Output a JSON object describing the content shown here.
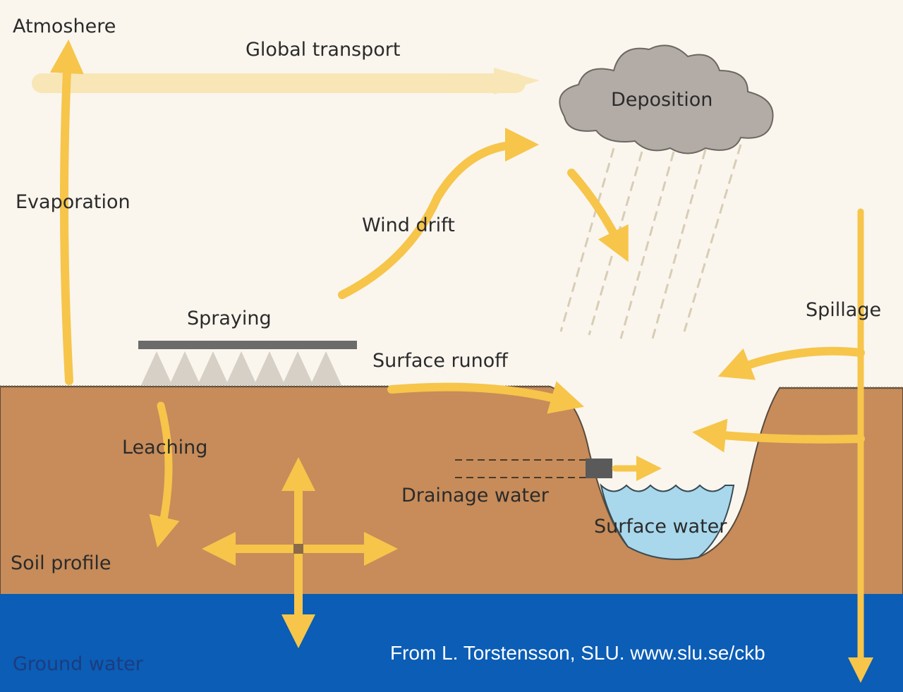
{
  "labels": {
    "atmosphere": "Atmoshere",
    "global_transport": "Global transport",
    "deposition": "Deposition",
    "evaporation": "Evaporation",
    "wind_drift": "Wind drift",
    "spraying": "Spraying",
    "spillage": "Spillage",
    "surface_runoff": "Surface runoff",
    "leaching": "Leaching",
    "drainage_water": "Drainage water",
    "surface_water": "Surface water",
    "soil_profile": "Soil profile",
    "ground_water": "Ground water"
  },
  "credit": "From L. Torstensson, SLU. www.slu.se/ckb",
  "colors": {
    "sky": "#faf6ee",
    "soil": "#c78c5a",
    "groundwater": "#0b5db5",
    "surface_water": "#a9d8ec",
    "arrow": "#f6c54a",
    "cloud": "#b3aca6",
    "sprayer_bar": "#6b6b6b",
    "spray_cone": "#d6d0c6"
  }
}
